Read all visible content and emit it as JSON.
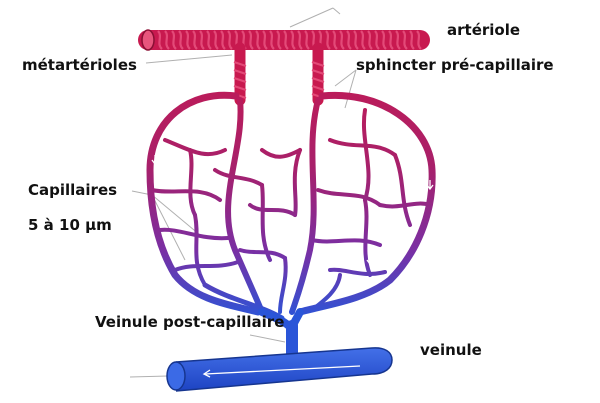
{
  "labels": {
    "arteriole": "artériole",
    "metarterioles": "métartérioles",
    "sphincter": "sphincter pré-capillaire",
    "capillaires": "Capillaires",
    "size": "5 à 10 µm",
    "veinule_post": "Veinule post-capillaire",
    "veinule": "veinule"
  },
  "colors": {
    "arterial": "#c8194f",
    "transition": "#7a2fa3",
    "venous": "#2a55d8",
    "label_text": "#111111",
    "leader_line": "#b0b0b0"
  }
}
